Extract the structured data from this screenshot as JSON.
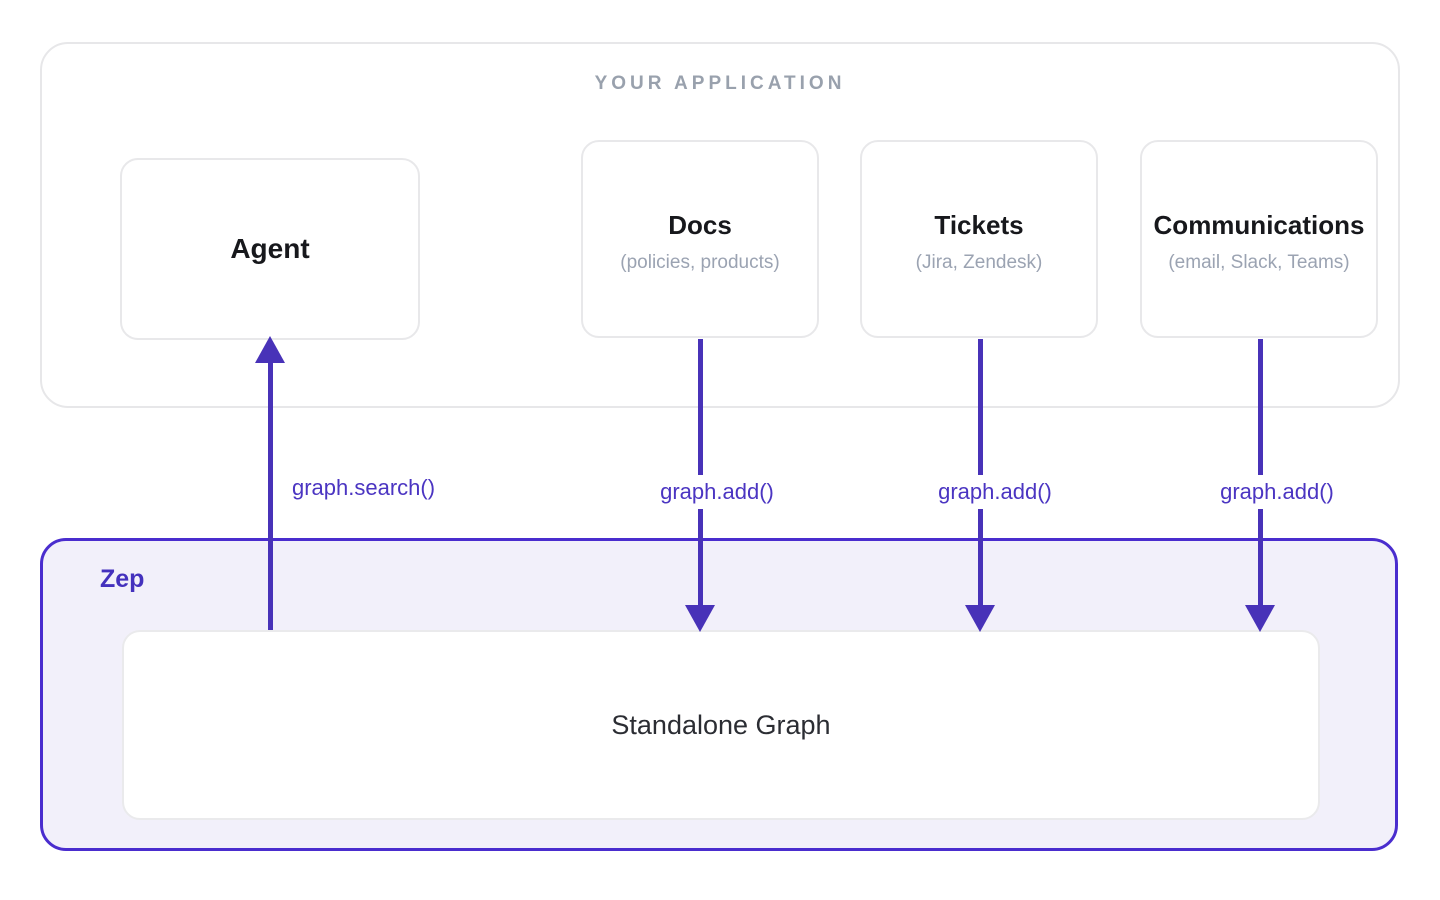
{
  "application": {
    "label": "YOUR APPLICATION",
    "agent": {
      "title": "Agent"
    },
    "sources": [
      {
        "title": "Docs",
        "subtitle": "(policies, products)"
      },
      {
        "title": "Tickets",
        "subtitle": "(Jira, Zendesk)"
      },
      {
        "title": "Communications",
        "subtitle": "(email, Slack, Teams)"
      }
    ]
  },
  "zep": {
    "label": "Zep",
    "graph_box_title": "Standalone Graph"
  },
  "edges": {
    "search": {
      "label": "graph.search()",
      "direction": "up",
      "from": "Standalone Graph",
      "to": "Agent"
    },
    "adds": [
      {
        "label": "graph.add()",
        "direction": "down",
        "from": "Docs",
        "to": "Standalone Graph"
      },
      {
        "label": "graph.add()",
        "direction": "down",
        "from": "Tickets",
        "to": "Standalone Graph"
      },
      {
        "label": "graph.add()",
        "direction": "down",
        "from": "Communications",
        "to": "Standalone Graph"
      }
    ]
  },
  "colors": {
    "accent_arrow": "#4832b8",
    "accent_label": "#4b35c2",
    "zep_border": "#4a2dce",
    "zep_background": "#f2f0fa",
    "zep_label_text": "#4431bd",
    "box_border": "#e8e8ea",
    "container_border": "#e7e7e9",
    "title_text": "#17181c",
    "muted_text": "#9ba3b2",
    "app_label_text": "#99a1ad",
    "page_background": "#ffffff"
  }
}
